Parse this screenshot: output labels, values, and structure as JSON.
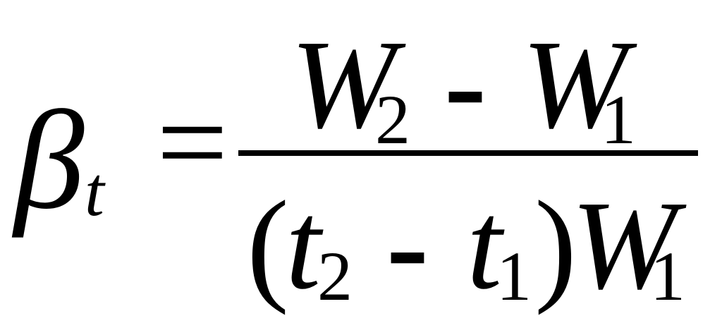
{
  "formula": {
    "lhs": {
      "symbol": "β",
      "subscript": "t"
    },
    "equals": "=",
    "numerator": {
      "term1": {
        "symbol": "W",
        "subscript": "2"
      },
      "operator": "-",
      "term2": {
        "symbol": "W",
        "subscript": "1"
      }
    },
    "denominator": {
      "open_paren": "(",
      "term1": {
        "symbol": "t",
        "subscript": "2"
      },
      "operator": "-",
      "term2": {
        "symbol": "t",
        "subscript": "1"
      },
      "close_paren": ")",
      "factor": {
        "symbol": "W",
        "subscript": "1"
      }
    }
  }
}
